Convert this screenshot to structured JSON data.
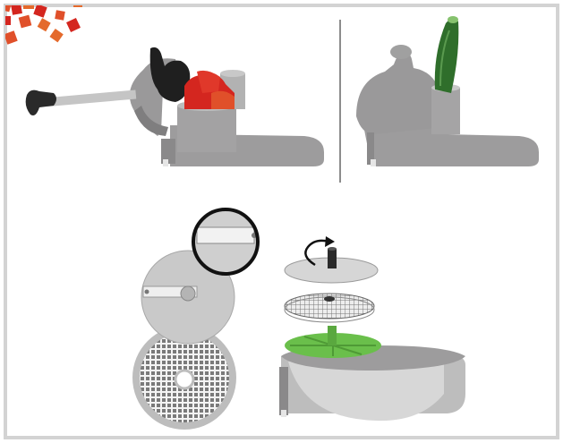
{
  "scene": {
    "panels": [
      "feeding-lever-panel",
      "tall-feeding-panel",
      "cutting-tools-panel"
    ],
    "colors": {
      "frame": "#d3d3d3",
      "divider": "#8c8c8c",
      "machine_body": "#9d9c9d",
      "machine_dark": "#7f7e7f",
      "machine_light": "#c8c8c8",
      "handle_knob": "#2a2a2a",
      "pepper_red": "#d4261f",
      "pepper_orange": "#e0502a",
      "zucchini_green": "#2f6e2b",
      "ejector_green": "#6abf4b",
      "disc_silver": "#cfcfcf",
      "grid_dark": "#666666"
    },
    "icons": [
      "rotate-arrow-icon",
      "magnifier-circle-icon"
    ]
  }
}
